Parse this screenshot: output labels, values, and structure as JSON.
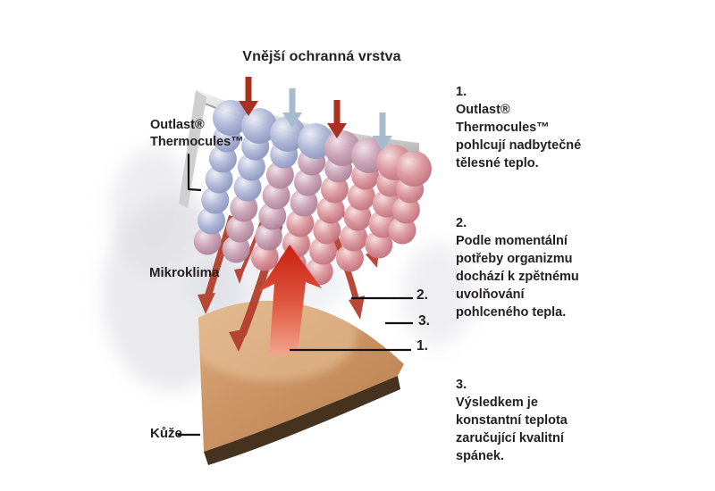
{
  "title": "Vnější ochranná vrstva",
  "diagram_labels": {
    "thermocules_line1": "Outlast®",
    "thermocules_line2": "Thermocules™",
    "microclimate": "Mikroklima",
    "skin": "Kůže"
  },
  "callouts": {
    "c2": "2.",
    "c3": "3.",
    "c1": "1."
  },
  "steps": [
    {
      "number": "1.",
      "lines": [
        "Outlast®",
        "Thermocules™",
        "pohlcují nadbytečné",
        "tělesné teplo."
      ]
    },
    {
      "number": "2.",
      "lines": [
        "Podle momentální",
        "potřeby organizmu",
        "dochází k zpětnému",
        "uvolňování",
        "pohlceného tepla."
      ]
    },
    {
      "number": "3.",
      "lines": [
        "Výsledkem je",
        "konstantní teplota",
        "zaručující kvalitní",
        "spánek."
      ]
    }
  ],
  "colors": {
    "warm_arrow_red": "#a93122",
    "cool_arrow_blue": "#a7bbcc",
    "release_arrow_red": "#c32a1b",
    "bead_cool": "#9aa3cc",
    "bead_warm": "#d39099",
    "fabric_gray": "#c9c9c9",
    "skin_tan": "#d29a72",
    "skin_edge_brown": "#46331f",
    "text": "#221e22"
  }
}
